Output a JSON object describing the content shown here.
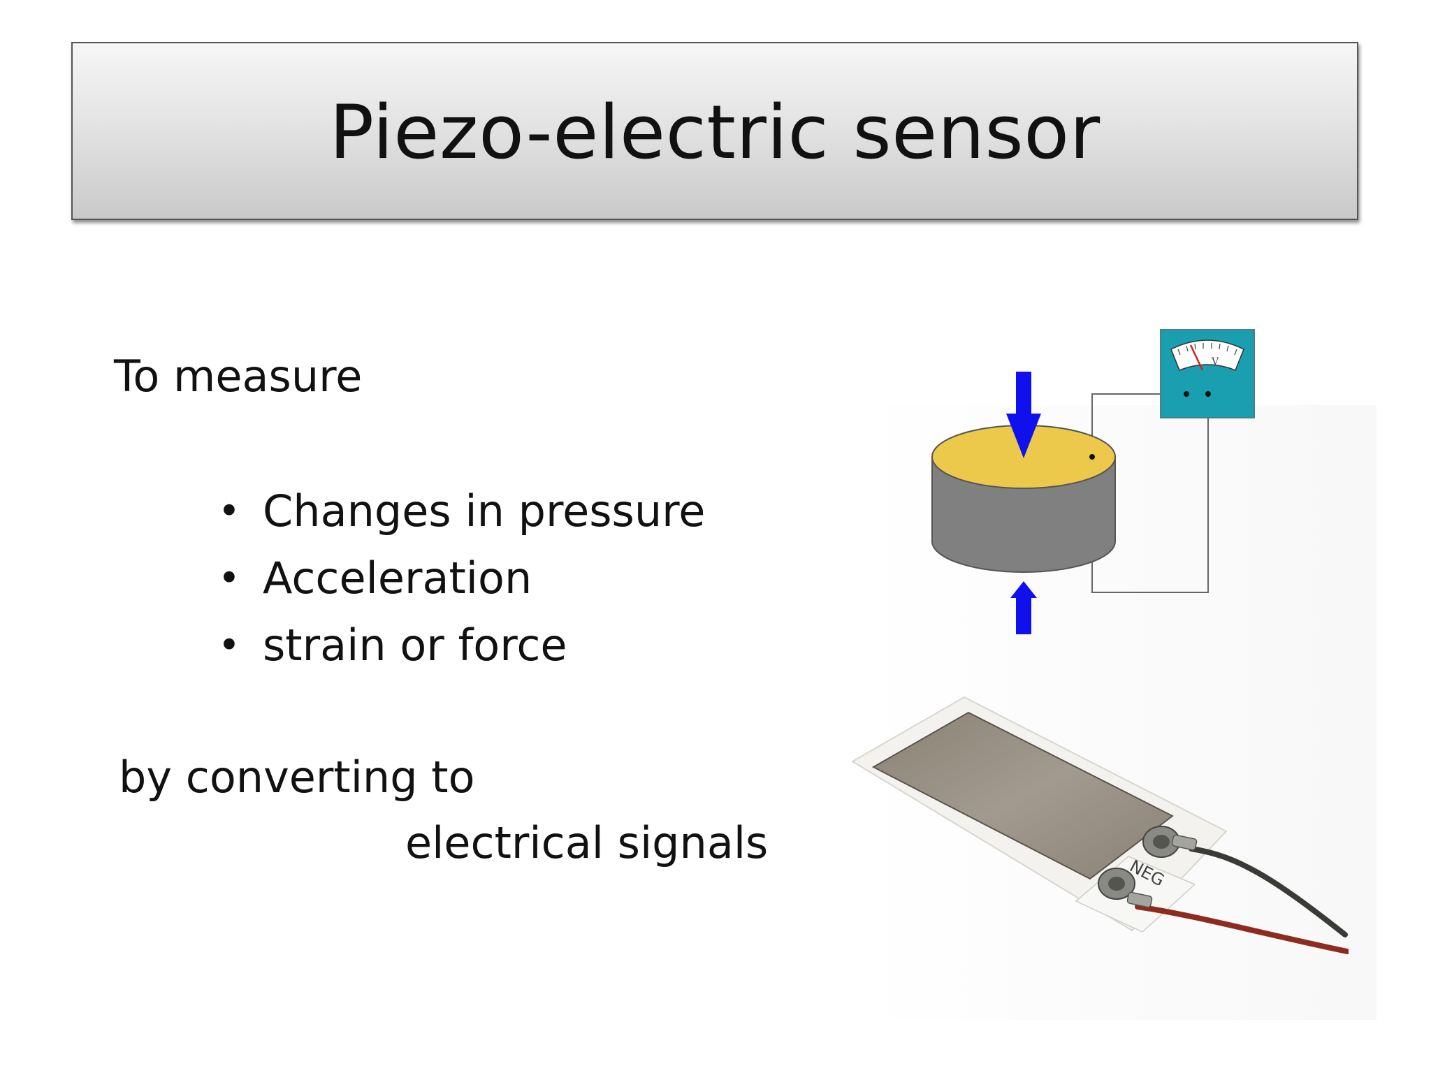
{
  "slide": {
    "title": "Piezo-electric sensor",
    "intro": "To measure",
    "bullets": [
      "Changes in pressure",
      "Acceleration",
      "strain or force"
    ],
    "outro_line1": "by converting to",
    "outro_line2": "electrical signals"
  },
  "diagram": {
    "meter_label": "V",
    "colors": {
      "arrow": "#1010ee",
      "disc_top": "#ecc94b",
      "disc_side": "#808080",
      "meter_box": "#1a9fb0",
      "needle": "#d92020"
    }
  },
  "photo": {
    "tab_label": "NEG"
  }
}
